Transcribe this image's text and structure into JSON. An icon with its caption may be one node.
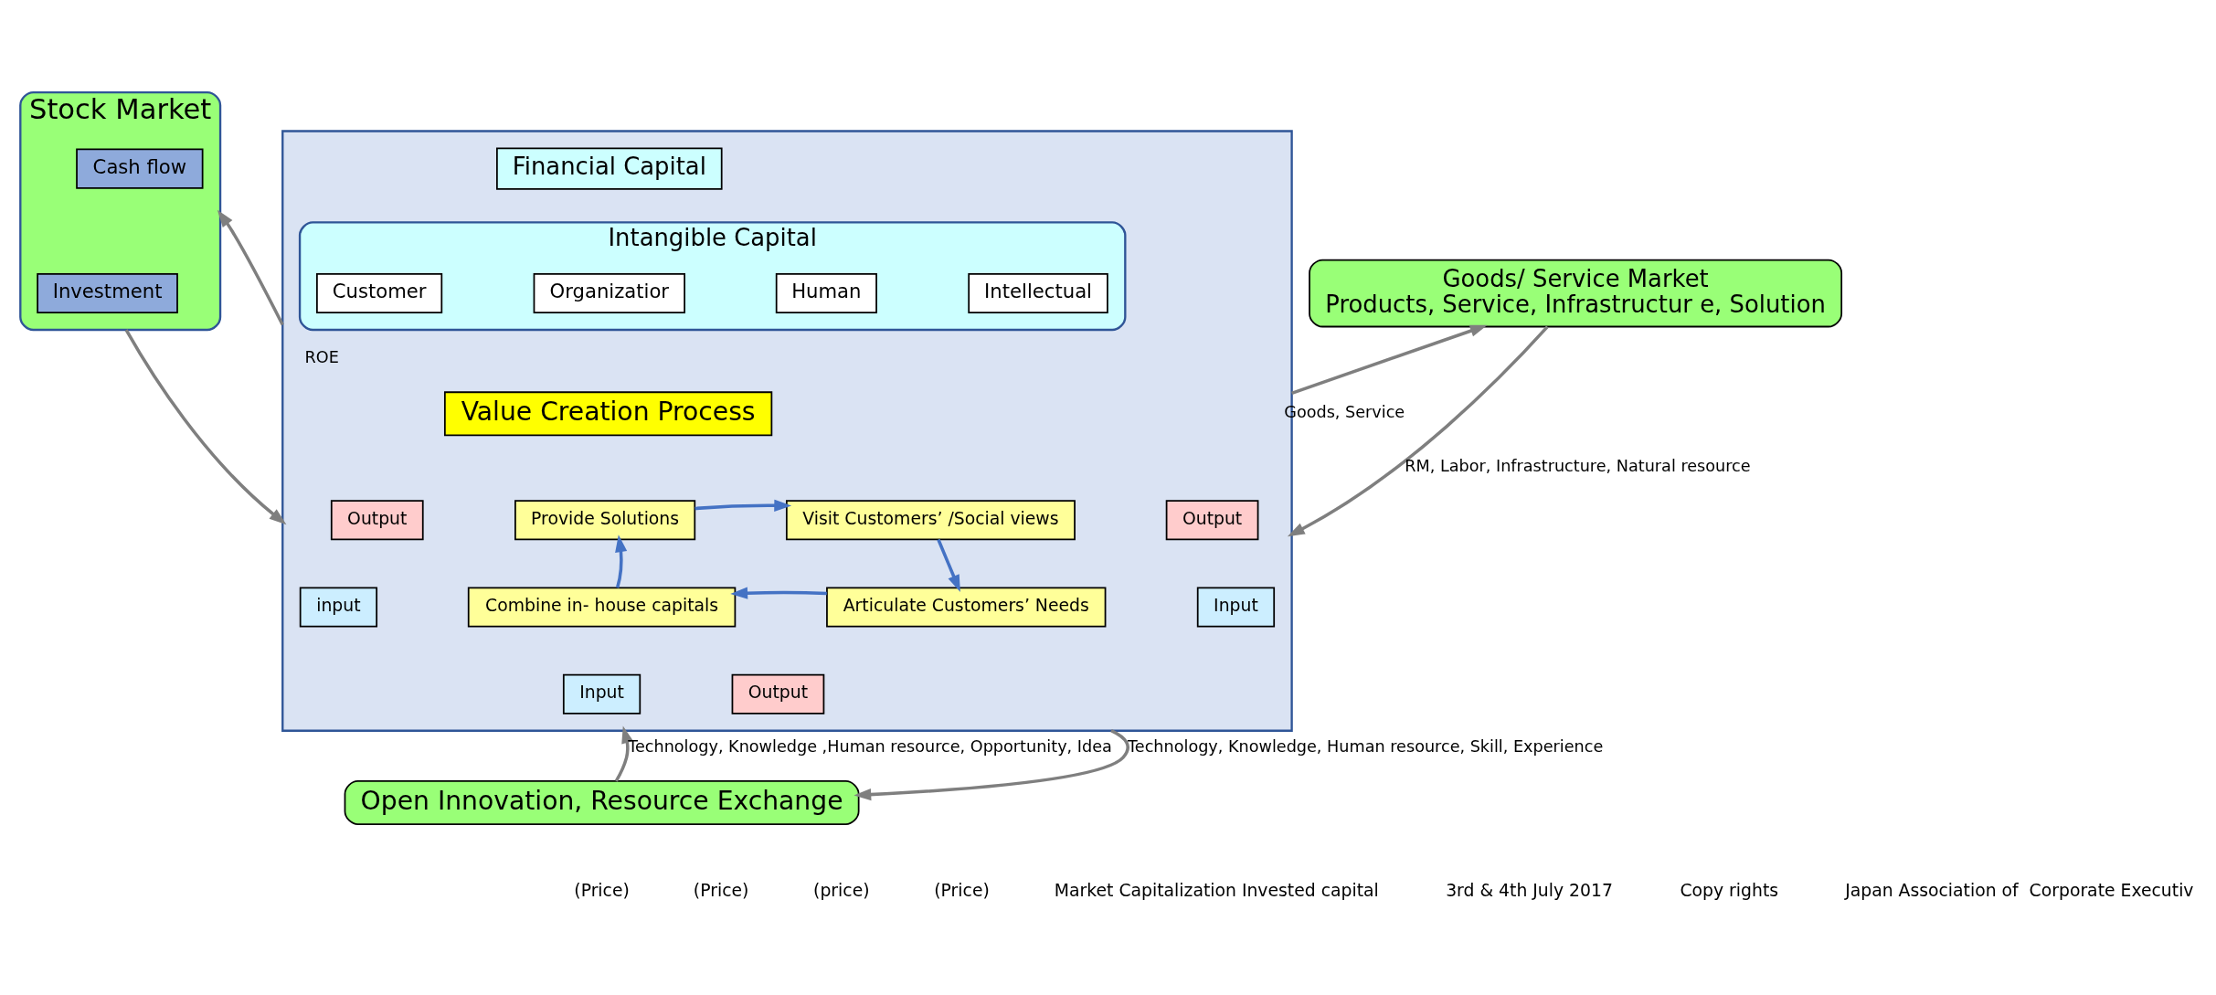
{
  "diagram": {
    "nodes": [
      {
        "text": [
          "Stock Market"
        ]
      },
      {
        "text": [
          "Cash flow"
        ],
        "in": 0
      },
      {
        "text": [
          "Investment"
        ],
        "in": 0
      },
      {
        "text": [
          "Goods/ Service Market",
          "Products, Service, Infrastructur e, Solution"
        ]
      },
      {
        "text": [],
        "shape": "box"
      },
      {
        "text": [
          "Financial Capital"
        ],
        "in": 4
      },
      {
        "text": [
          "Intangible Capital"
        ],
        "in": 4
      },
      {
        "text": [
          "Customer"
        ],
        "in": 6
      },
      {
        "text": [
          "Organizatior"
        ],
        "in": 6
      },
      {
        "text": [
          "Human"
        ],
        "in": 6
      },
      {
        "text": [
          "Intellectual"
        ],
        "in": 6
      },
      {
        "text": [
          "Value Creation Process"
        ],
        "in": 4
      },
      {
        "text": [
          "Provide Solutions"
        ],
        "in": 4
      },
      {
        "text": [
          "Visit Customers’ /Social views"
        ],
        "in": 4
      },
      {
        "text": [
          "Combine in- house capitals"
        ],
        "in": 4
      },
      {
        "text": [
          "Articulate Customers’ Needs"
        ],
        "in": 4
      },
      {
        "text": [
          "Open Innovation, Resource Exchange"
        ]
      },
      {
        "text": [
          "Output"
        ],
        "in": 4
      },
      {
        "text": [
          "Output"
        ],
        "in": 4
      },
      {
        "text": [
          "Input"
        ],
        "in": 4
      },
      {
        "text": [
          "input"
        ],
        "in": 4
      },
      {
        "text": [
          "Input"
        ],
        "in": 4
      },
      {
        "text": [
          "Output"
        ],
        "in": 4
      }
    ],
    "edges": [
      {
        "from": 4,
        "to": 0,
        "arrow": "to",
        "label": "ROE",
        "color": "#7f7f7f"
      },
      {
        "from": 0,
        "to": 4,
        "arrow": "to",
        "color": "#7f7f7f"
      },
      {
        "from": 4,
        "to": 3,
        "arrow": "to",
        "label": "Goods, Service",
        "color": "#7f7f7f"
      },
      {
        "from": 3,
        "to": 4,
        "arrow": "to",
        "label": "RM, Labor, Infrastructure, Natural resource",
        "color": "#7f7f7f"
      },
      {
        "from": 16,
        "to": 4,
        "arrow": "to",
        "label": "Technology, Knowledge ,Human resource, Opportunity, Idea",
        "color": "#7f7f7f"
      },
      {
        "from": 4,
        "to": 16,
        "arrow": "to",
        "label": "Technology, Knowledge, Human resource, Skill, Experience",
        "color": "#7f7f7f"
      },
      {
        "from": 12,
        "to": 13,
        "arrow": "to"
      },
      {
        "from": 13,
        "to": 15,
        "arrow": "to"
      },
      {
        "from": 15,
        "to": 14,
        "arrow": "to"
      },
      {
        "from": 14,
        "to": 12,
        "arrow": "to"
      }
    ],
    "labels": [
      "(Price)",
      "(Price)",
      "(price)",
      "(Price)",
      "Market Capitalization Invested capital",
      "3rd & 4th July 2017",
      "Copy rights",
      "Japan Association of  Corporate Executiv"
    ]
  }
}
